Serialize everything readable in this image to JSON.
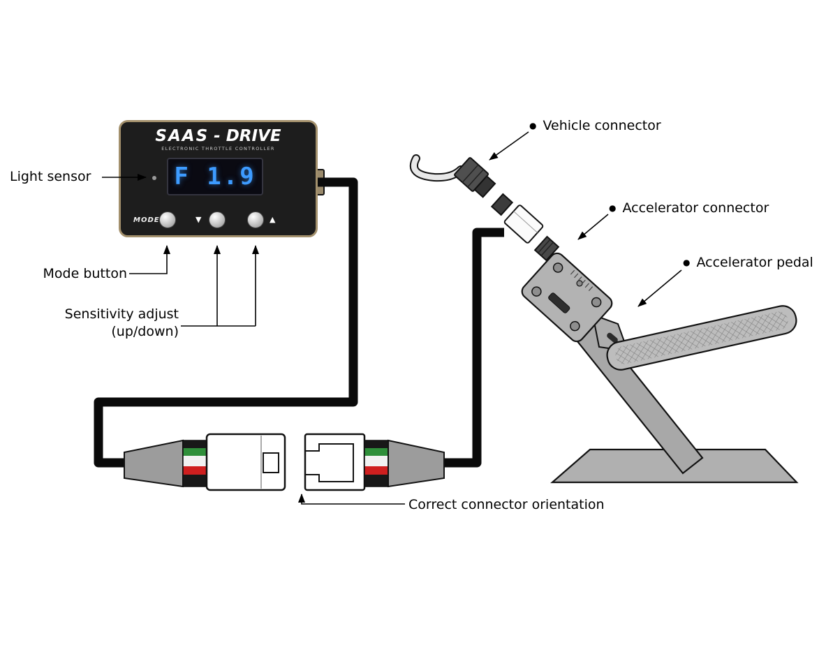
{
  "device": {
    "brand": "SAAS",
    "brand_suffix": "- DRIVE",
    "tagline": "ELECTRONIC THROTTLE CONTROLLER",
    "display_value": "F 1.9",
    "mode_label": "MODE"
  },
  "icons": {
    "leader_dot": "●",
    "down_arrow": "▼",
    "up_arrow": "▲"
  },
  "callouts": {
    "light_sensor": "Light sensor",
    "mode_button": "Mode button",
    "sensitivity_line1": "Sensitivity adjust",
    "sensitivity_line2": "(up/down)",
    "vehicle_connector": "Vehicle connector",
    "accelerator_connector": "Accelerator connector",
    "accelerator_pedal": "Accelerator pedal",
    "connector_orientation": "Correct connector orientation"
  },
  "colors": {
    "device_bezel": "#a3906c",
    "device_face": "#1d1d1d",
    "display_text": "#3d9bff",
    "wire_green": "#2f8f3a",
    "wire_red": "#cf1f1f",
    "wire_white": "#f2f2f2",
    "metal_gray": "#a8a8a8",
    "cable_black": "#0a0a0a"
  }
}
